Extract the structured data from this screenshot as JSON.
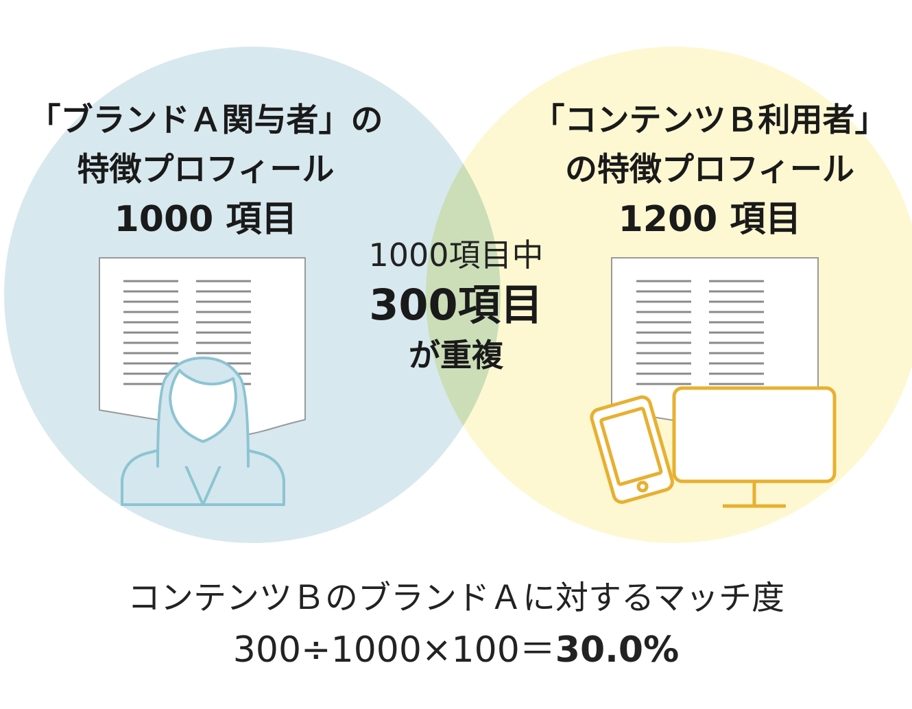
{
  "colors": {
    "left_circle": "#a8ccdc",
    "right_circle": "#fbf09a",
    "overlap": "#c5dcb5",
    "person_stroke": "#8cc4d2",
    "device_stroke": "#e8b030",
    "document_stroke": "#999999",
    "document_lines": "#8a8a8a"
  },
  "left_set": {
    "title_line1": "「ブランドＡ関与者」の",
    "title_line2": "特徴プロフィール",
    "count": "1000 項目",
    "icon": "person-icon"
  },
  "right_set": {
    "title_line1": "「コンテンツＢ利用者」",
    "title_line2": "の特徴プロフィール",
    "count": "1200 項目",
    "icon": "devices-icon"
  },
  "overlap": {
    "line1": "1000項目中",
    "line2": "300項目",
    "line3": "が重複"
  },
  "caption": {
    "line1": "コンテンツＢのブランドＡに対するマッチ度",
    "formula_prefix": "300÷1000×100＝",
    "formula_result": "30.0%"
  }
}
